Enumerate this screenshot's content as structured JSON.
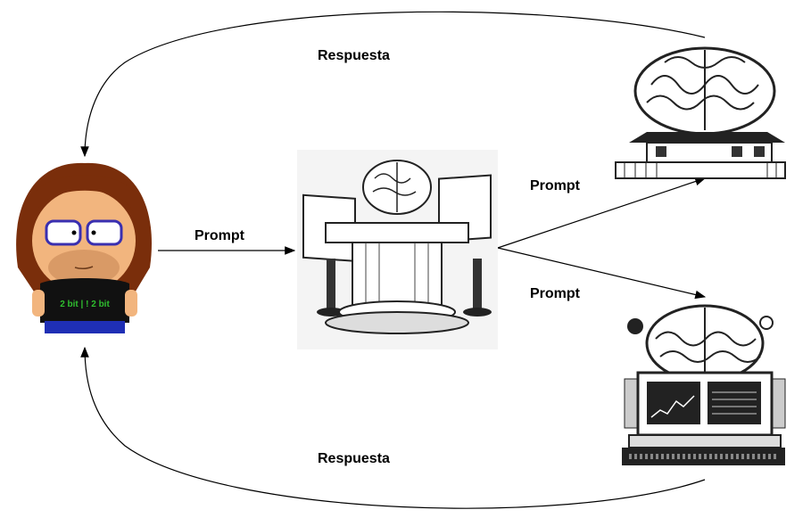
{
  "labels": {
    "response_top": "Respuesta",
    "response_bottom": "Respuesta",
    "prompt_user": "Prompt",
    "prompt_upper": "Prompt",
    "prompt_lower": "Prompt"
  },
  "user": {
    "shirt_text": "2 bit | ! 2 bit"
  },
  "icons": [
    "user-avatar",
    "llm-router-temple",
    "brain-house",
    "brain-computer"
  ],
  "colors": {
    "hair": "#7a2e0b",
    "skin": "#f2b57e",
    "glasses": "#3a2fb0",
    "shirt": "#111111",
    "shirt_text": "#2fbf2f",
    "pants": "#1f2fb5",
    "arrow": "#000000"
  }
}
